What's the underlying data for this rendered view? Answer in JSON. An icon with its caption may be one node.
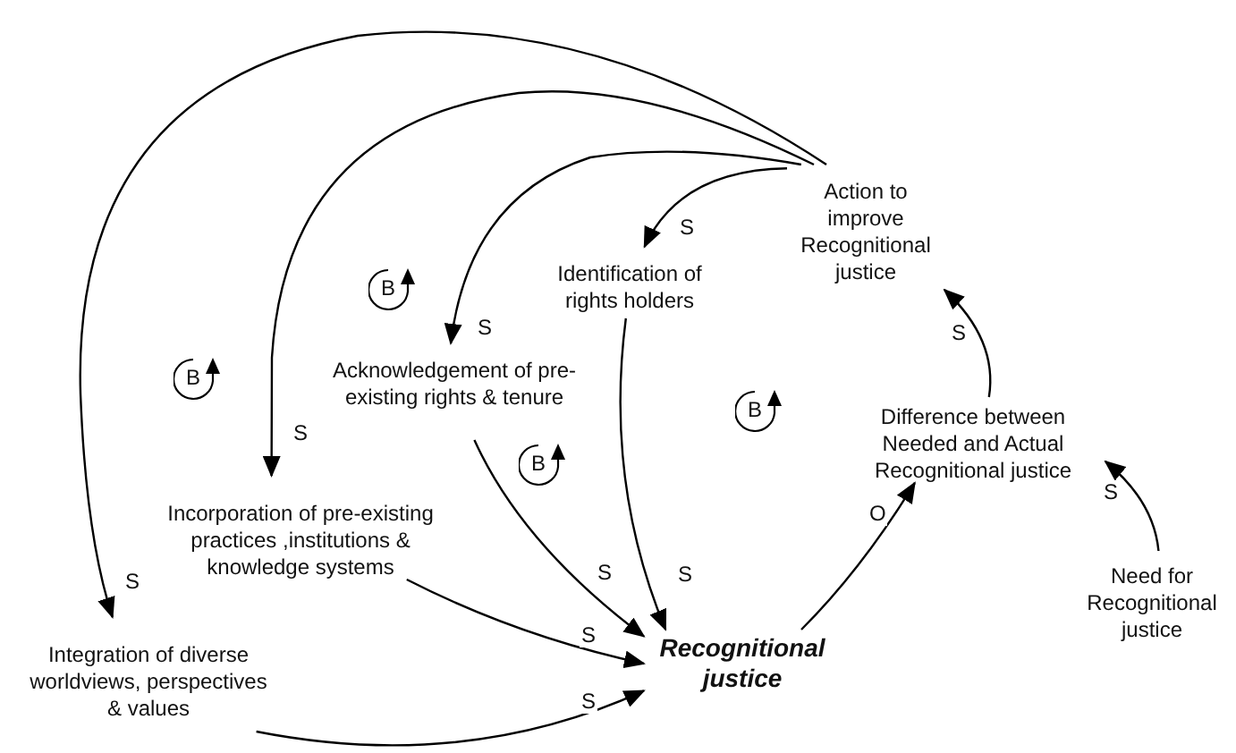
{
  "diagram": {
    "nodes": [
      {
        "text": [
          "Action to improve Recognitional justice"
        ]
      },
      {
        "text": [
          "Identification of rights holders"
        ]
      },
      {
        "text": [
          "Acknowledgement of pre-existing rights & tenure"
        ]
      },
      {
        "text": [
          "Difference between Needed and Actual Recognitional justice"
        ]
      },
      {
        "text": [
          "Incorporation of pre-existing practices ,institutions & knowledge systems"
        ]
      },
      {
        "text": [
          "Integration of diverse worldviews, perspectives & values"
        ]
      },
      {
        "text": [
          "Recognitional justice"
        ]
      },
      {
        "text": [
          "Need for Recognitional justice"
        ]
      }
    ],
    "edges": [
      {
        "from": 0,
        "to": 1,
        "arrow": "to",
        "label": "S"
      },
      {
        "from": 0,
        "to": 2,
        "arrow": "to",
        "label": "S"
      },
      {
        "from": 0,
        "to": 4,
        "arrow": "to",
        "label": "S"
      },
      {
        "from": 0,
        "to": 5,
        "arrow": "to",
        "label": "S"
      },
      {
        "from": 1,
        "to": 6,
        "arrow": "to",
        "label": "S"
      },
      {
        "from": 2,
        "to": 6,
        "arrow": "to",
        "label": "S"
      },
      {
        "from": 4,
        "to": 6,
        "arrow": "to",
        "label": "S"
      },
      {
        "from": 5,
        "to": 6,
        "arrow": "to",
        "label": "S"
      },
      {
        "from": 6,
        "to": 3,
        "arrow": "to",
        "label": "O"
      },
      {
        "from": 7,
        "to": 3,
        "arrow": "to",
        "label": "S"
      },
      {
        "from": 3,
        "to": 0,
        "arrow": "to",
        "label": "S"
      }
    ],
    "labels": [
      "B",
      "B",
      "B",
      "B"
    ]
  }
}
